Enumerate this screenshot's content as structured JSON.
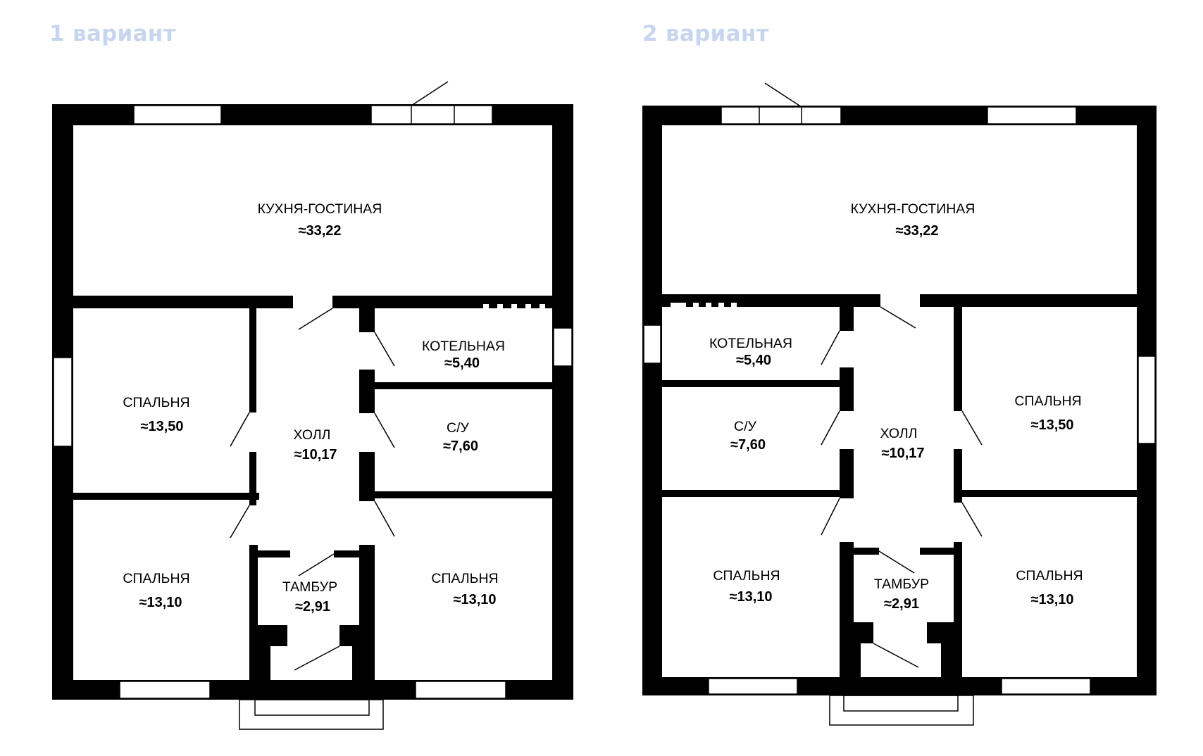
{
  "variants": [
    {
      "label": "1 вариант"
    },
    {
      "label": "2 вариант"
    }
  ],
  "rooms": {
    "kitchen": {
      "name": "КУХНЯ-ГОСТИНАЯ",
      "area": "≈33,22"
    },
    "boiler": {
      "name": "КОТЕЛЬНАЯ",
      "area": "≈5,40"
    },
    "bath": {
      "name": "С/У",
      "area": "≈7,60"
    },
    "hall": {
      "name": "ХОЛЛ",
      "area": "≈10,17"
    },
    "bedroom_top": {
      "name": "СПАЛЬНЯ",
      "area": "≈13,50"
    },
    "bedroom_low_a": {
      "name": "СПАЛЬНЯ",
      "area": "≈13,10"
    },
    "bedroom_low_b": {
      "name": "СПАЛЬНЯ",
      "area": "≈13,10"
    },
    "vestibule": {
      "name": "ТАМБУР",
      "area": "≈2,91"
    }
  },
  "colors": {
    "wall": "#000000",
    "title": "#c7d6ee",
    "background": "#ffffff"
  }
}
